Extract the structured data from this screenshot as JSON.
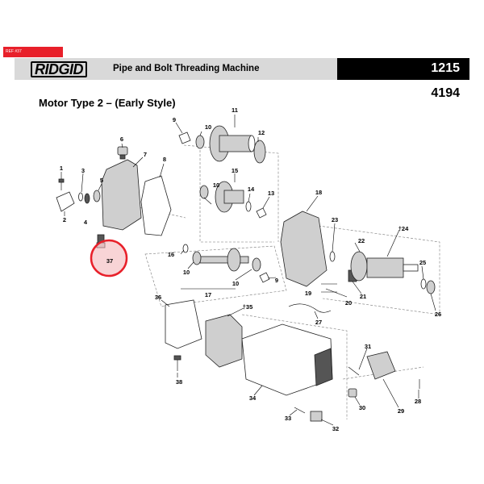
{
  "header": {
    "ref_tag": "REF #37",
    "brand": "RIDGID",
    "product_title": "Pipe and Bolt Threading Machine",
    "model_number": "1215",
    "drawing_number": "4194"
  },
  "diagram": {
    "title": "Motor Type 2 – (Early Style)",
    "highlighted_part": "37",
    "highlight_color": "#e8202a",
    "part_labels": [
      "1",
      "2",
      "3",
      "4",
      "5",
      "6",
      "7",
      "8",
      "9",
      "10",
      "10",
      "10",
      "10",
      "11",
      "12",
      "13",
      "14",
      "15",
      "16",
      "17",
      "18",
      "19",
      "20",
      "21",
      "22",
      "23",
      "†24",
      "25",
      "26",
      "27",
      "28",
      "29",
      "30",
      "31",
      "32",
      "33",
      "34",
      "†35",
      "36",
      "37",
      "38",
      "9"
    ]
  }
}
